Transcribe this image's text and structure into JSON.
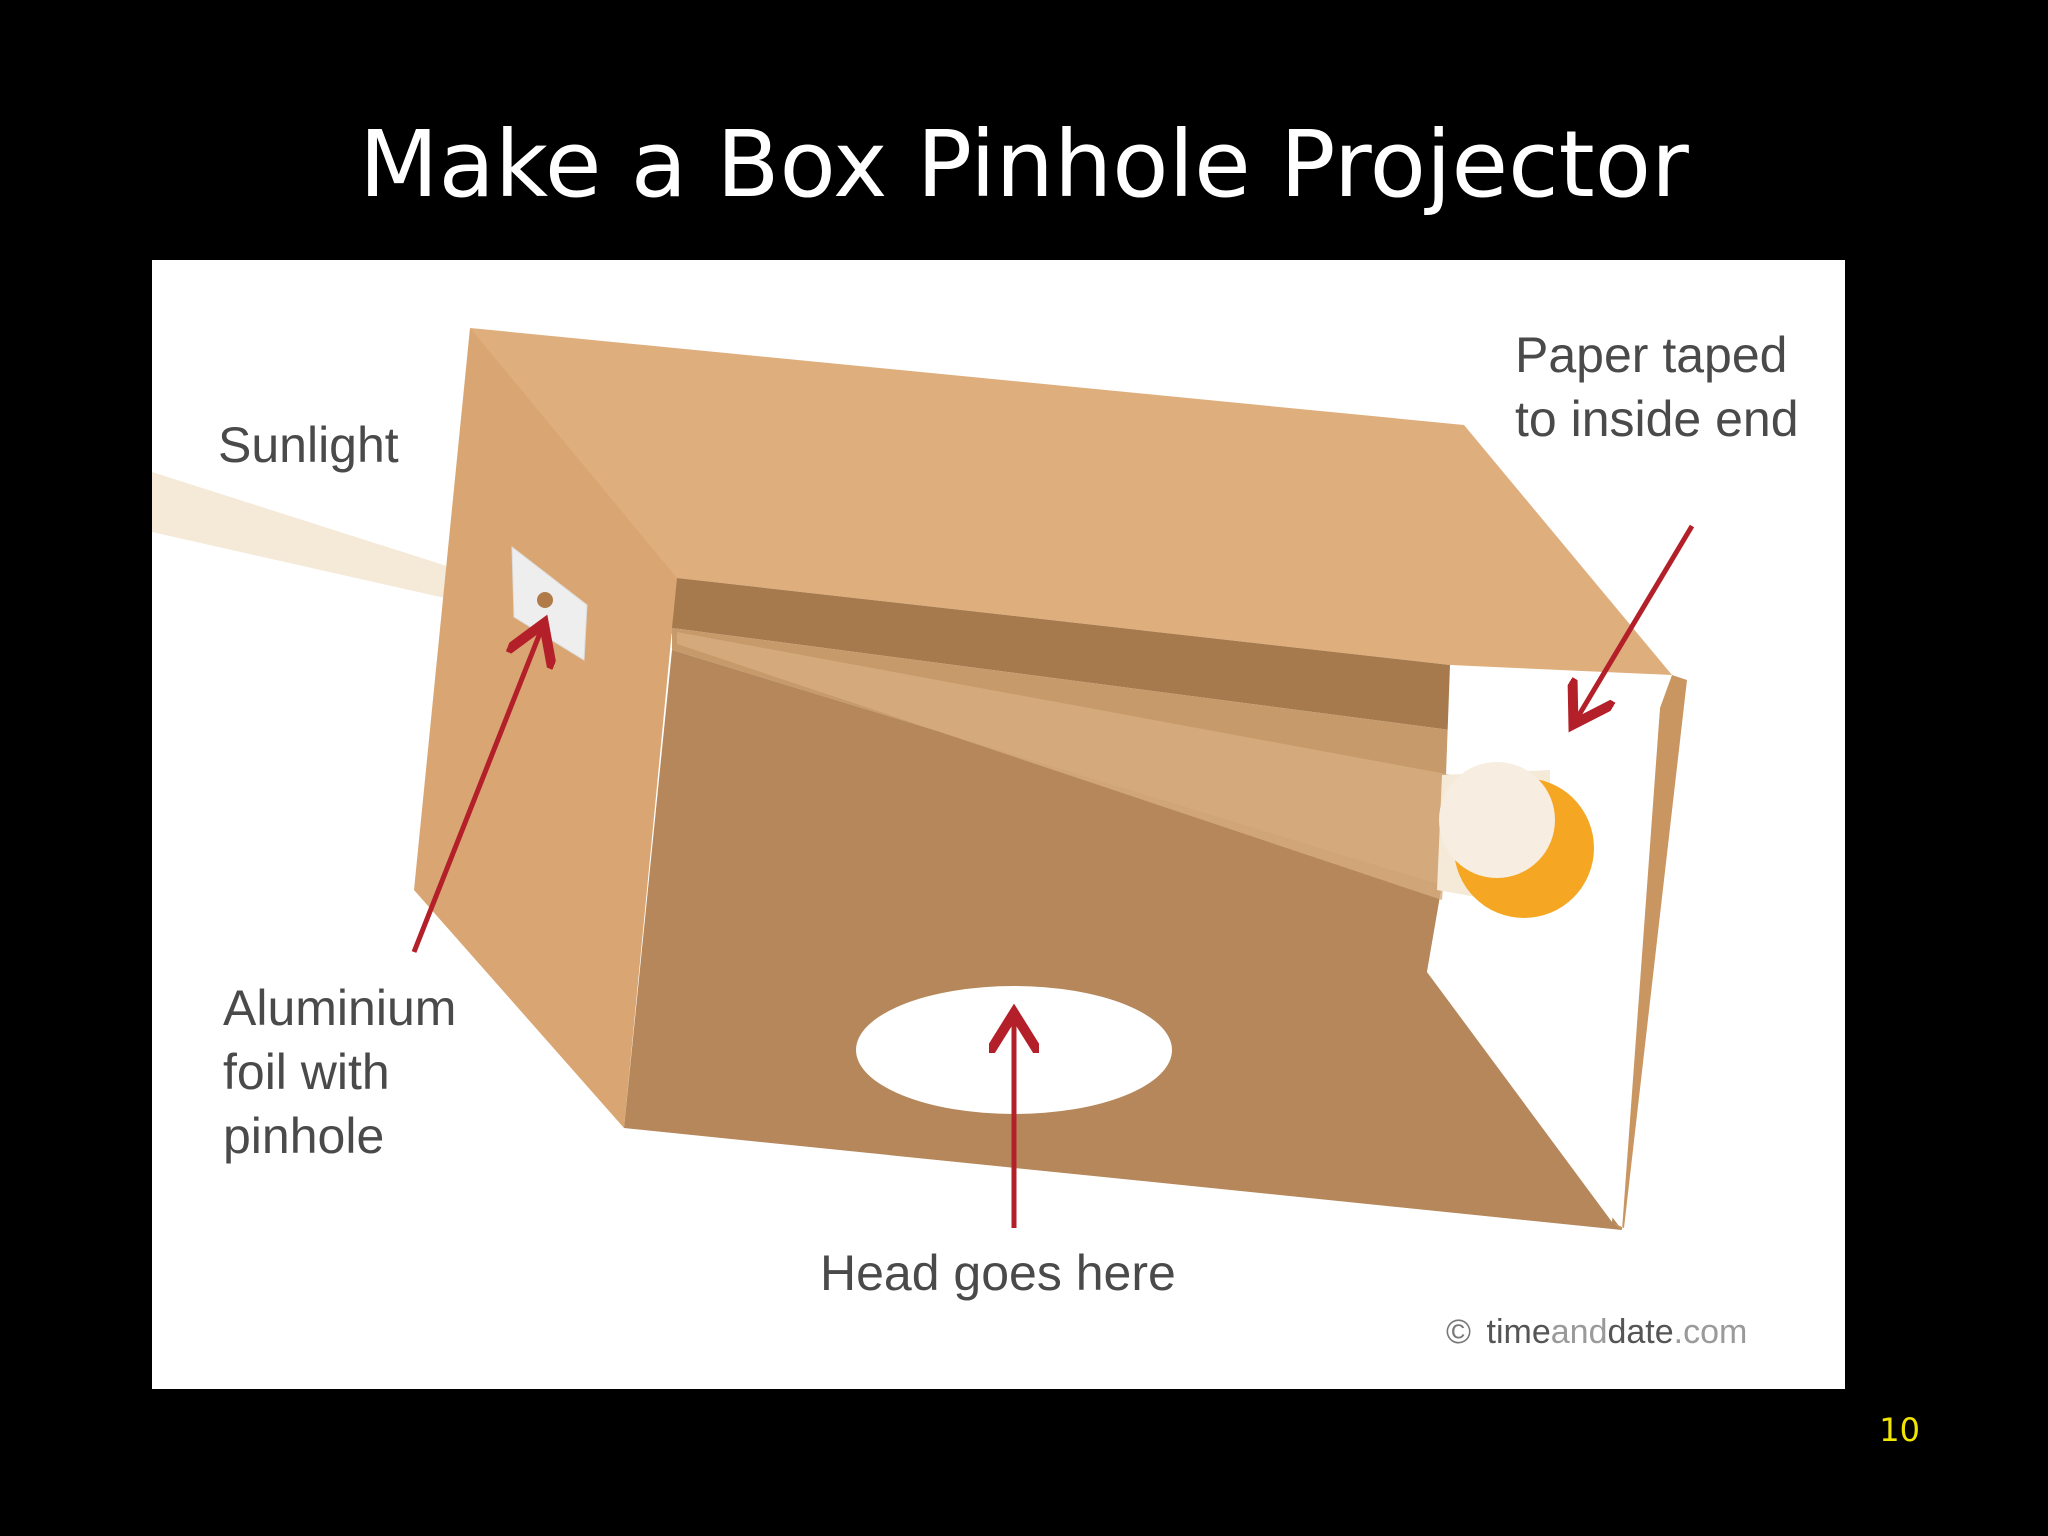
{
  "slide": {
    "title": "Make a Box Pinhole Projector",
    "page_number": "10"
  },
  "figure": {
    "labels": {
      "sunlight": "Sunlight",
      "paper_line1": "Paper taped",
      "paper_line2": "to inside end",
      "foil_line1": "Aluminium",
      "foil_line2": "foil with",
      "foil_line3": "pinhole",
      "head": "Head goes here"
    },
    "credit": {
      "symbol": "©",
      "part1": "time",
      "part2": "and",
      "part3": "date",
      "part4": ".com"
    },
    "colors": {
      "box_top": "#dfae7d",
      "box_side": "#d9a673",
      "box_inside_back": "#ad8050",
      "box_inside_floor": "#b78a5c",
      "box_edge": "#c99662",
      "arrow": "#b3202a",
      "eclipse": "#f5a623",
      "light_beam": "#f5e9d8",
      "label_text": "#4a4a4a",
      "page_number": "#f2e600"
    },
    "icons": [
      "pinhole-foil-icon",
      "eclipse-sun-icon"
    ]
  }
}
